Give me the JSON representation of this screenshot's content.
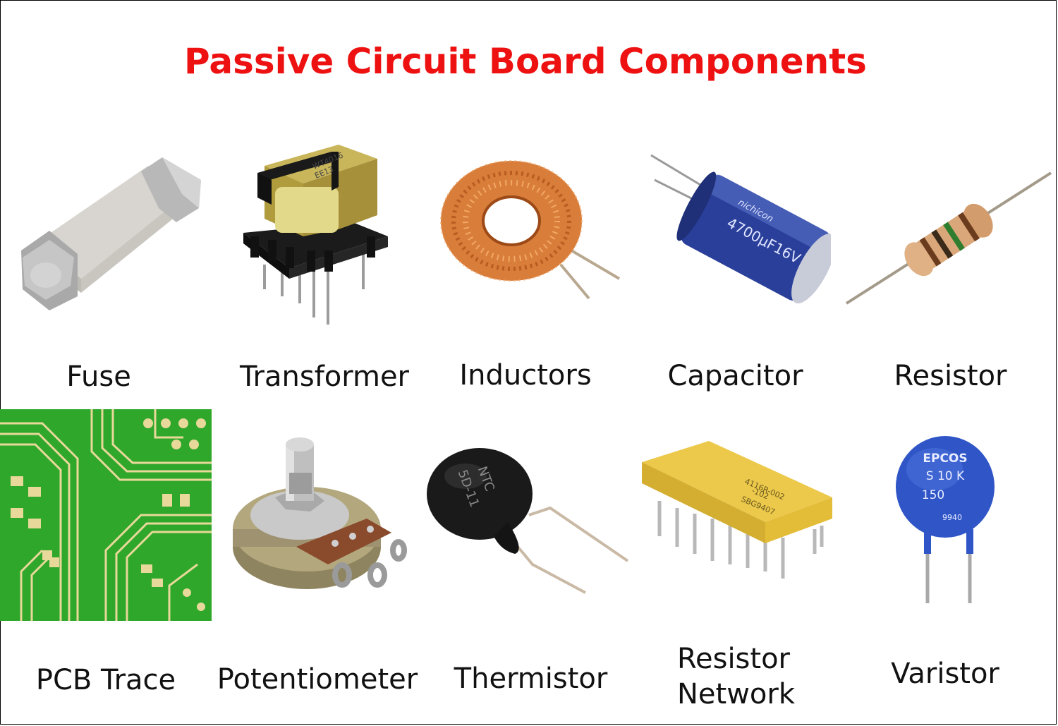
{
  "title": "Passive Circuit Board Components",
  "components": [
    {
      "label": "Fuse"
    },
    {
      "label": "Transformer"
    },
    {
      "label": "Inductors"
    },
    {
      "label": "Capacitor"
    },
    {
      "label": "Resistor"
    },
    {
      "label": "PCB Trace"
    },
    {
      "label": "Potentiometer"
    },
    {
      "label": "Thermistor"
    },
    {
      "label": "Resistor",
      "label2": "Network"
    },
    {
      "label": "Varistor"
    }
  ],
  "markings": {
    "transformer": [
      "EE13",
      "WT4016"
    ],
    "capacitor": [
      "nichicon",
      "4700µF16V"
    ],
    "thermistor": [
      "NTC",
      "5D-11"
    ],
    "resistor_network": [
      "4116R-002",
      "-102",
      "SBG9407"
    ],
    "varistor": [
      "EPCOS",
      "S 10 K",
      "150",
      "9940"
    ]
  },
  "colors": {
    "title": "#ee1111",
    "pcb_green": "#2fa72a",
    "copper": "#d9884a",
    "capacitor_blue": "#2a3f9a",
    "varistor_blue": "#2f55c7",
    "network_yellow": "#e8c640"
  }
}
